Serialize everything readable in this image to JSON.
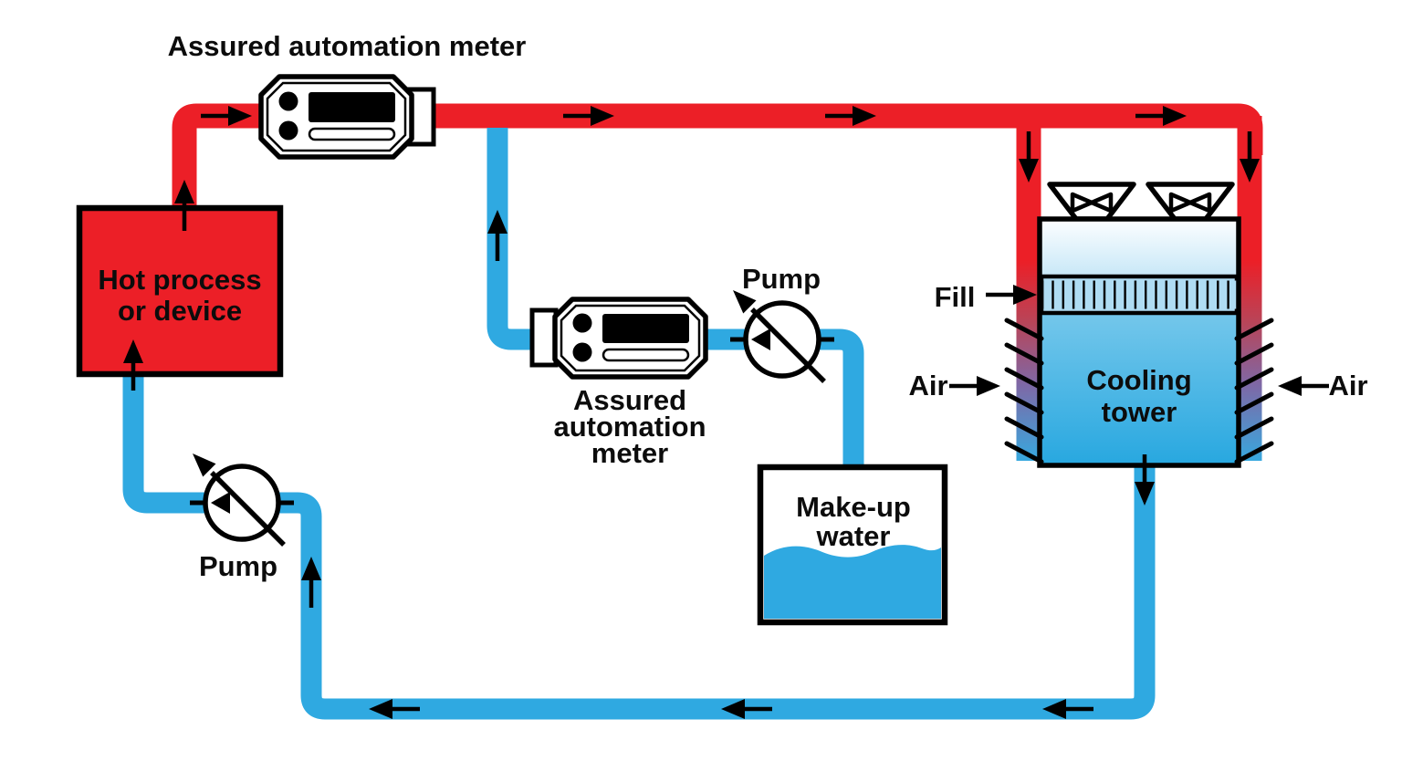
{
  "colors": {
    "hot_red": "#EC1F27",
    "cold_blue": "#2FA9E1",
    "outline_black": "#000000"
  },
  "icons": {
    "pump": "pump-circle-icon",
    "fan": "fan-bowtie-icon",
    "meter": "flow-meter-icon",
    "flow_arrow": "flow-arrow-icon"
  },
  "labels": {
    "top_meter": "Assured automation meter",
    "hot_process": [
      "Hot process",
      "or device"
    ],
    "mid_meter": [
      "Assured",
      "automation",
      "meter"
    ],
    "pump_mid": "Pump",
    "pump_bottom": "Pump",
    "makeup": [
      "Make-up",
      "water"
    ],
    "cooling_tower": [
      "Cooling",
      "tower"
    ],
    "fill": "Fill",
    "air_left": "Air",
    "air_right": "Air"
  }
}
